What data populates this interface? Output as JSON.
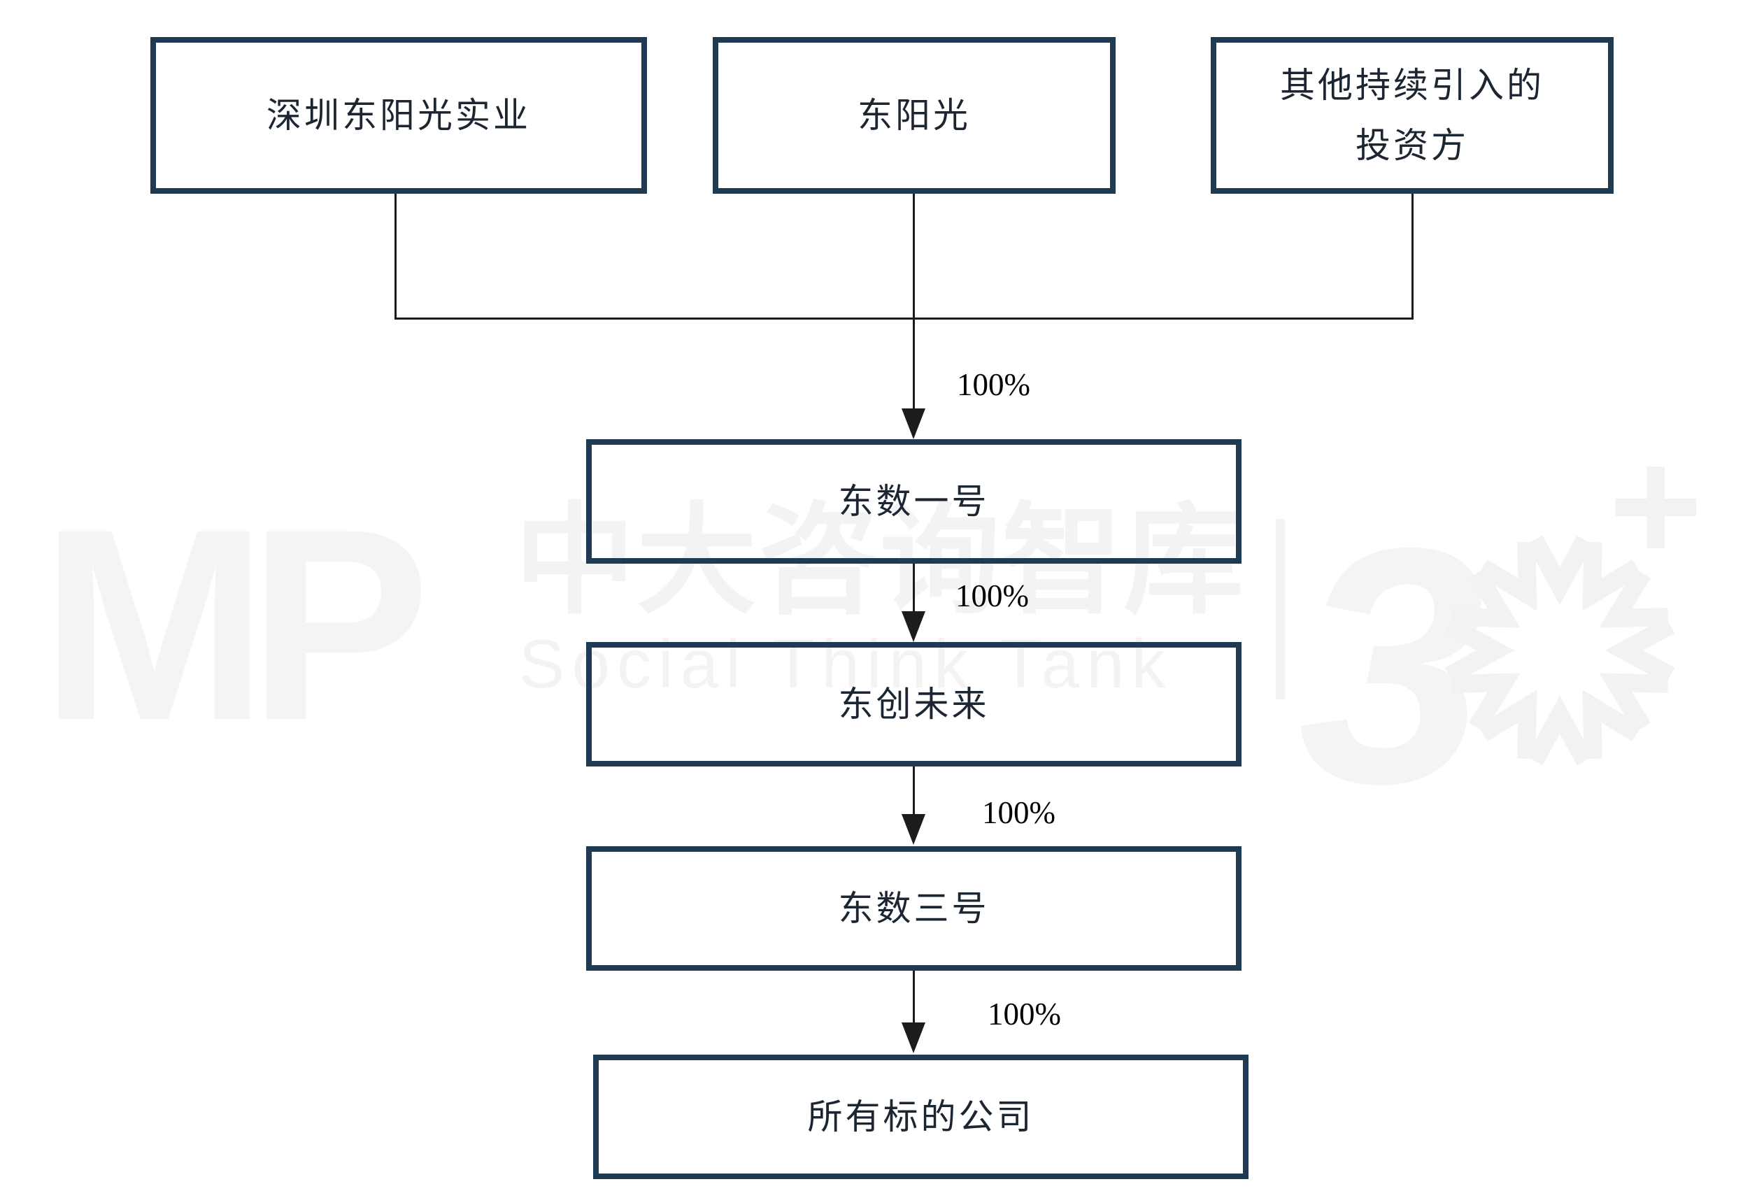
{
  "nodes": {
    "shenzhen_dongyangguang_shiye": "深圳东阳光实业",
    "dongyangguang": "东阳光",
    "other_investors": {
      "line1": "其他持续引入的",
      "line2": "投资方"
    },
    "dongshu_yihao": "东数一号",
    "dongchuang_weilai": "东创未来",
    "dongshu_sanhao": "东数三号",
    "suoyou_biaodi_gongsi": "所有标的公司"
  },
  "edges": [
    {
      "from": "深圳东阳光实业 / 东阳光 / 其他持续引入的投资方",
      "to": "东数一号",
      "label": "100%"
    },
    {
      "from": "东数一号",
      "to": "东创未来",
      "label": "100%"
    },
    {
      "from": "东创未来",
      "to": "东数三号",
      "label": "100%"
    },
    {
      "from": "东数三号",
      "to": "所有标的公司",
      "label": "100%"
    }
  ],
  "watermark": {
    "logo_text": "MP",
    "cn_text": "中大咨询智库",
    "en_text": "Social Think Tank",
    "anniversary_number": "3",
    "plus_glyph": "+"
  },
  "colors": {
    "box_border": "#203a52",
    "box_text": "#1c2633",
    "connector": "#1c1c1c",
    "percent_text": "#000000",
    "watermark": "#f3f3f3",
    "background": "#ffffff"
  }
}
